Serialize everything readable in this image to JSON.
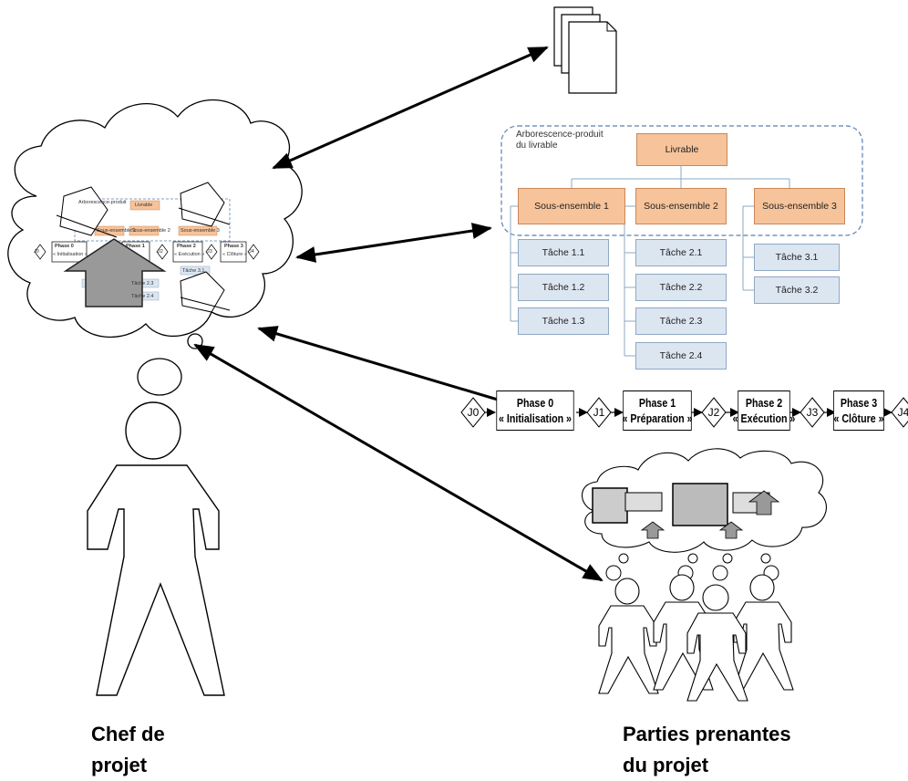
{
  "product_tree": {
    "title_line1": "Arborescence-produit",
    "title_line2": "du livrable",
    "root": "Livrable",
    "subsets": [
      "Sous-ensemble 1",
      "Sous-ensemble 2",
      "Sous-ensemble 3"
    ],
    "tasks": [
      [
        "Tâche 1.1",
        "Tâche 1.2",
        "Tâche 1.3"
      ],
      [
        "Tâche 2.1",
        "Tâche 2.2",
        "Tâche 2.3",
        "Tâche 2.4"
      ],
      [
        "Tâche 3.1",
        "Tâche 3.2"
      ]
    ]
  },
  "phases": {
    "milestones": [
      "J0",
      "J1",
      "J2",
      "J3",
      "J4"
    ],
    "items": [
      {
        "title": "Phase 0",
        "subtitle": "« Initialisation »"
      },
      {
        "title": "Phase 1",
        "subtitle": "« Préparation »"
      },
      {
        "title": "Phase 2",
        "subtitle": "« Exécution »"
      },
      {
        "title": "Phase 3",
        "subtitle": "« Clôture »"
      }
    ]
  },
  "labels": {
    "manager_line1": "Chef de",
    "manager_line2": "projet",
    "stakeholders_line1": "Parties prenantes",
    "stakeholders_line2": "du projet"
  },
  "mini_cloud": {
    "title": "Arborescence-produit",
    "root": "Livrable",
    "subset1": "Sous-ensemble 1",
    "subset2": "Sous-ensemble 2",
    "subset3": "Sous-ensemble 3",
    "phase0": "Phase 0",
    "phase0_sub": "« Initialisation »",
    "phase1": "Phase 1",
    "phase2": "Phase 2",
    "phase2_sub": "« Exécution »",
    "phase3": "Phase 3",
    "phase3_sub": "« Clôture »",
    "j0": "J0",
    "j2": "J2",
    "j3": "J3",
    "j4": "J4",
    "task_a": "Tâche 2.3",
    "task_b": "Tâche 2.4",
    "task_c": "Tâche 3.1"
  },
  "colors": {
    "orange_fill": "#f6c39a",
    "blue_fill": "#dce6f1",
    "dashed_border": "#5b7fb0",
    "arrow_gray": "#999999"
  }
}
